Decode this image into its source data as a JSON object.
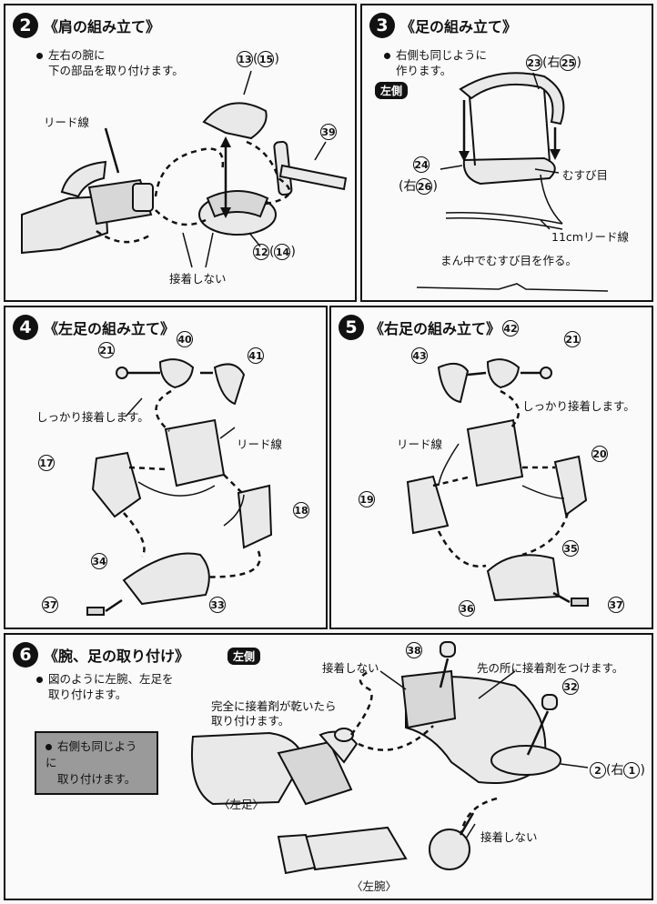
{
  "step2": {
    "badge": "2",
    "title": "《肩の組み立て》",
    "note_line1": "左右の腕に",
    "note_line2": "下の部品を取り付けます。",
    "lead_wire": "リード線",
    "no_glue": "接着しない",
    "part_13": "13",
    "part_15": "15",
    "part_39": "39",
    "part_12": "12",
    "part_14": "14"
  },
  "step3": {
    "badge": "3",
    "title": "《足の組み立て》",
    "note_line1": "右側も同じように",
    "note_line2": "作ります。",
    "tag_left": "左側",
    "part_23": "23",
    "right": "右",
    "part_25": "25",
    "part_24": "24",
    "part_26": "26",
    "knot": "むすび目",
    "wire_11": "11cmリード線",
    "center_knot": "まん中でむすび目を作る。"
  },
  "step4": {
    "badge": "4",
    "title": "《左足の組み立て》",
    "part_21": "21",
    "part_40": "40",
    "part_41": "41",
    "glue_firm": "しっかり接着します。",
    "lead_wire": "リード線",
    "part_17": "17",
    "part_18": "18",
    "part_34": "34",
    "part_37": "37",
    "part_33": "33"
  },
  "step5": {
    "badge": "5",
    "title": "《右足の組み立て》",
    "part_43": "43",
    "part_42": "42",
    "part_21": "21",
    "glue_firm": "しっかり接着します。",
    "lead_wire": "リード線",
    "part_19": "19",
    "part_20": "20",
    "part_35": "35",
    "part_36": "36",
    "part_37": "37"
  },
  "step6": {
    "badge": "6",
    "title": "《腕、足の取り付け》",
    "tag_left": "左側",
    "note_line1": "図のように左腕、左足を",
    "note_line2": "取り付けます。",
    "box_line1": "右側も同じように",
    "box_line2": "取り付けます。",
    "no_glue_top": "接着しない",
    "part_38": "38",
    "glue_tip": "先の所に接着剤をつけます。",
    "part_32": "32",
    "dry_line1": "完全に接着剤が乾いたら",
    "dry_line2": "取り付けます。",
    "part_2": "2",
    "right": "右",
    "part_1": "1",
    "left_leg": "〈左足〉",
    "no_glue_bottom": "接着しない",
    "left_arm": "〈左腕〉"
  }
}
